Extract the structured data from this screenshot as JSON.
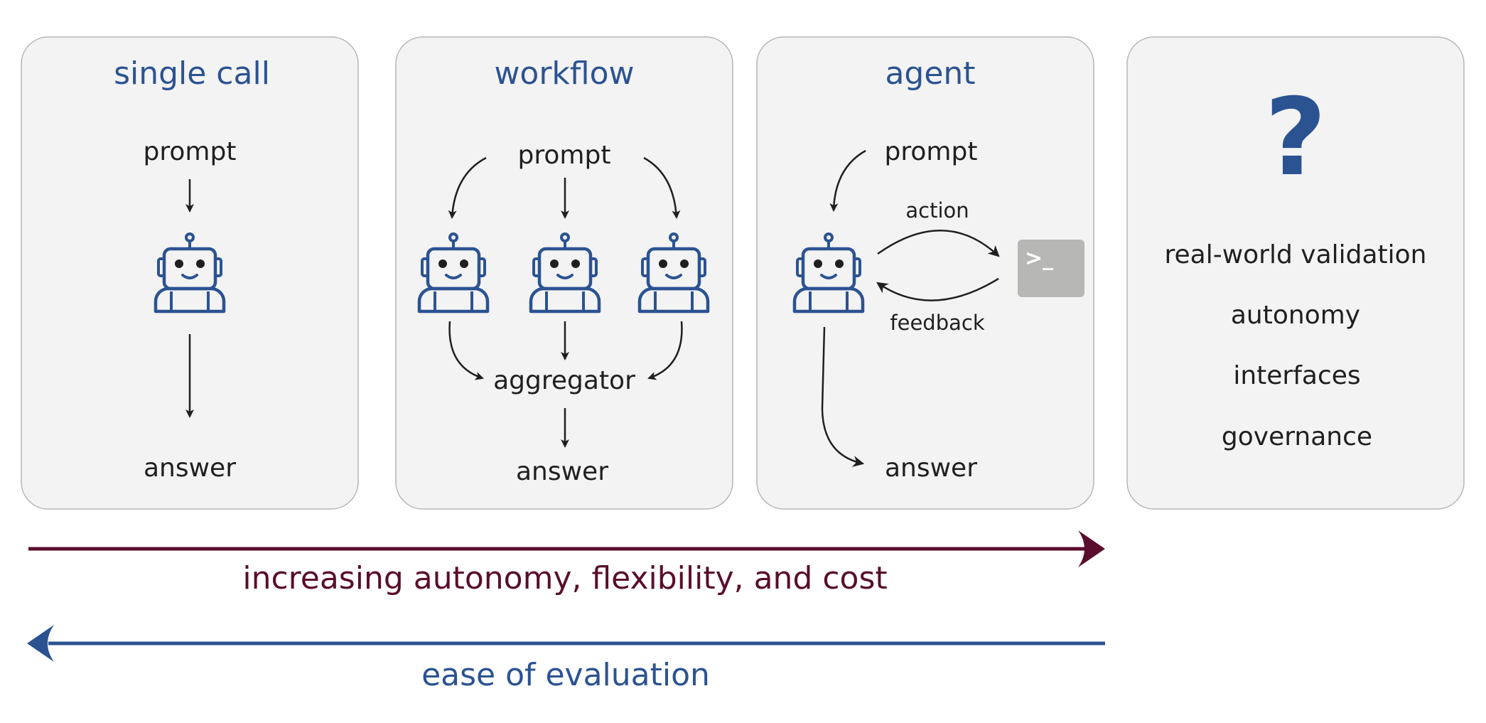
{
  "panels": {
    "single_call": {
      "title": "single call",
      "prompt": "prompt",
      "answer": "answer"
    },
    "workflow": {
      "title": "workflow",
      "prompt": "prompt",
      "aggregator": "aggregator",
      "answer": "answer"
    },
    "agent": {
      "title": "agent",
      "prompt": "prompt",
      "action": "action",
      "feedback": "feedback",
      "terminal_symbol": ">_",
      "answer": "answer"
    },
    "future": {
      "symbol": "?",
      "items": [
        "real-world validation",
        "autonomy",
        "interfaces",
        "governance"
      ]
    }
  },
  "scales": {
    "forward_label": "increasing autonomy, flexibility, and cost",
    "backward_label": "ease of evaluation"
  },
  "colors": {
    "title_blue": "#2b5392",
    "robot_blue": "#2b5392",
    "text_dark": "#1f1f1f",
    "panel_bg": "#f3f3f3",
    "panel_border": "#b5b5b5",
    "terminal_bg": "#b7b8b6",
    "forward_arrow": "#5a0d2c",
    "backward_arrow": "#2b5392"
  }
}
